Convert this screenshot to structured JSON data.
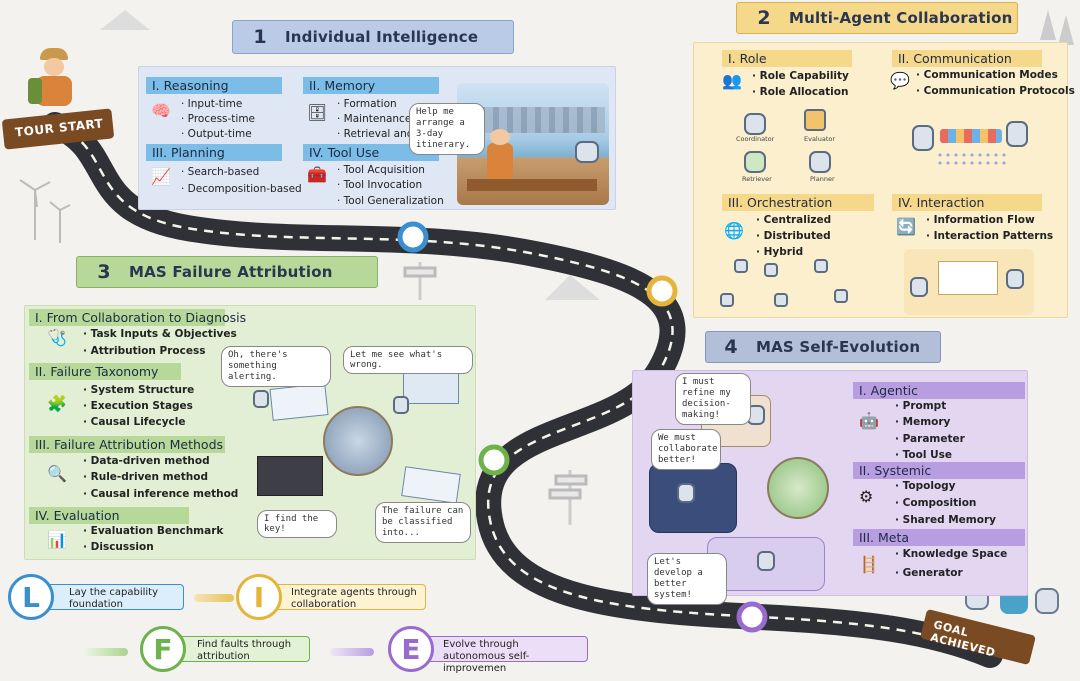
{
  "signs": {
    "start": "TOUR START",
    "goal": "GOAL ACHIEVED"
  },
  "sections": [
    {
      "num": "1",
      "title": "Individual Intelligence"
    },
    {
      "num": "2",
      "title": "Multi-Agent Collaboration"
    },
    {
      "num": "3",
      "title": "MAS Failure Attribution"
    },
    {
      "num": "4",
      "title": "MAS Self-Evolution"
    }
  ],
  "s1": {
    "reasoning": {
      "title": "I. Reasoning",
      "items": [
        "· Input-time",
        "· Process-time",
        "· Output-time"
      ]
    },
    "memory": {
      "title": "II. Memory",
      "items": [
        "· Formation",
        "· Maintenance",
        "· Retrieval and Utilization"
      ]
    },
    "planning": {
      "title": "III. Planning",
      "items": [
        "· Search-based",
        "· Decomposition-based"
      ]
    },
    "tooluse": {
      "title": "IV. Tool Use",
      "items": [
        "· Tool Acquisition",
        "· Tool Invocation",
        "· Tool Generalization"
      ]
    },
    "bubble": "Help me arrange a 3-day itinerary."
  },
  "s2": {
    "role": {
      "title": "I. Role",
      "items": [
        "· Role Capability",
        "· Role Allocation"
      ]
    },
    "comm": {
      "title": "II. Communication",
      "items": [
        "· Communication Modes",
        "· Communication Protocols"
      ]
    },
    "orch": {
      "title": "III. Orchestration",
      "items": [
        "· Centralized",
        "· Distributed",
        "· Hybrid"
      ]
    },
    "inter": {
      "title": "IV. Interaction",
      "items": [
        "· Information Flow",
        "· Interaction Patterns"
      ]
    },
    "roles": [
      "Coordinator",
      "Evaluator",
      "Retriever",
      "Planner"
    ]
  },
  "s3": {
    "diag": {
      "title": "I. From Collaboration to Diagnosis",
      "items": [
        "· Task Inputs & Objectives",
        "· Attribution Process"
      ]
    },
    "tax": {
      "title": "II. Failure Taxonomy",
      "items": [
        "· System Structure",
        "· Execution Stages",
        "· Causal Lifecycle"
      ]
    },
    "methods": {
      "title": "III. Failure Attribution Methods",
      "items": [
        "· Data-driven method",
        "· Rule-driven method",
        "· Causal inference method"
      ]
    },
    "eval": {
      "title": "IV. Evaluation",
      "items": [
        "· Evaluation Benchmark",
        "· Discussion"
      ]
    },
    "bubbles": [
      "Oh, there's something alerting.",
      "Let me see what's wrong.",
      "I find the key!",
      "The failure can be classified into..."
    ]
  },
  "s4": {
    "agentic": {
      "title": "I. Agentic",
      "items": [
        "· Prompt",
        "· Memory",
        "· Parameter",
        "· Tool Use"
      ]
    },
    "systemic": {
      "title": "II. Systemic",
      "items": [
        "· Topology",
        "· Composition",
        "· Shared Memory"
      ]
    },
    "meta": {
      "title": "III. Meta",
      "items": [
        "· Knowledge Space",
        "· Generator"
      ]
    },
    "bubbles": [
      "I must refine my decision-making!",
      "We must collaborate better!",
      "Let's develop a better system!"
    ]
  },
  "legend": [
    {
      "letter": "L",
      "text": "Lay the capability foundation",
      "color": "#3a8fd1",
      "fill": "#dceefb"
    },
    {
      "letter": "I",
      "text": "Integrate agents through collaboration",
      "color": "#e3b53a",
      "fill": "#fdf2d2"
    },
    {
      "letter": "F",
      "text": "Find faults through attribution",
      "color": "#6db24a",
      "fill": "#e3f2d6"
    },
    {
      "letter": "E",
      "text": "Evolve through autonomous self-improvemen",
      "color": "#9a6bcf",
      "fill": "#eadff7"
    }
  ]
}
